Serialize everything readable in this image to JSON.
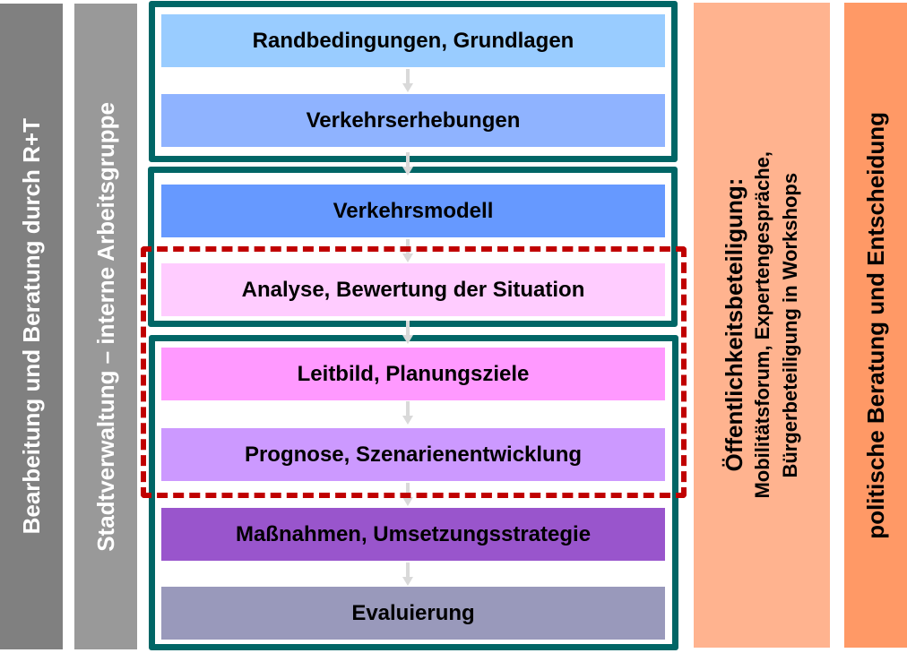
{
  "left_columns": [
    {
      "label": "Bearbeitung und Beratung durch R+T",
      "color": "#808080"
    },
    {
      "label": "Stadtverwaltung – interne Arbeitsgruppe",
      "color": "#999999"
    }
  ],
  "steps": [
    {
      "label": "Randbedingungen, Grundlagen",
      "color": "#99CCFF"
    },
    {
      "label": "Verkehrserhebungen",
      "color": "#8FB3FF"
    },
    {
      "label": "Verkehrsmodell",
      "color": "#6699FF"
    },
    {
      "label": "Analyse, Bewertung der Situation",
      "color": "#FFCCFF"
    },
    {
      "label": "Leitbild, Planungsziele",
      "color": "#FF99FF"
    },
    {
      "label": "Prognose, Szenarienentwicklung",
      "color": "#CC99FF"
    },
    {
      "label": "Maßnahmen, Umsetzungsstrategie",
      "color": "#9955CC"
    },
    {
      "label": "Evaluierung",
      "color": "#9999BB"
    }
  ],
  "right_columns": [
    {
      "title": "Öffentlichkeitsbeteiligung:",
      "line2": "Mobilitätsforum, Expertengespräche,",
      "line3": "Bürgerbeteiligung in Workshops",
      "color": "#FFB38F"
    },
    {
      "label": "politische Beratung und Entscheidung",
      "color": "#FF9966"
    }
  ],
  "colors": {
    "group_border": "#006666",
    "highlight_dash": "#C00000",
    "arrow": "#D9D9D9"
  }
}
